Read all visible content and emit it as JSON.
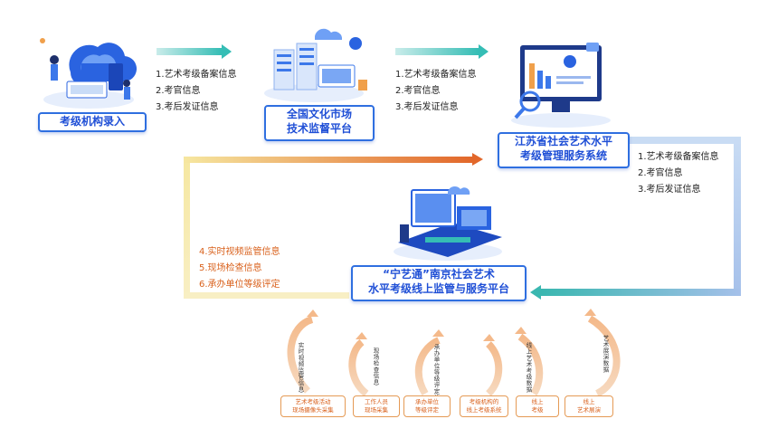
{
  "nodes": {
    "org_entry": "考级机构录入",
    "national_platform_l1": "全国文化市场",
    "national_platform_l2": "技术监督平台",
    "jiangsu_system_l1": "江苏省社会艺术水平",
    "jiangsu_system_l2": "考级管理服务系统",
    "nanjing_platform_l1": "“宁艺通”南京社会艺术",
    "nanjing_platform_l2": "水平考级线上监管与服务平台"
  },
  "info_lists": {
    "list1": [
      "1.艺术考级备案信息",
      "2.考官信息",
      "3.考后发证信息"
    ],
    "list2": [
      "1.艺术考级备案信息",
      "2.考官信息",
      "3.考后发证信息"
    ],
    "list3": [
      "1.艺术考级备案信息",
      "2.考官信息",
      "3.考后发证信息"
    ],
    "list4": [
      "4.实时视频监管信息",
      "5.现场检查信息",
      "6.承办单位等级评定"
    ]
  },
  "bottom_flows": [
    {
      "vertical": "实时视频监管信息",
      "box": [
        "艺术考级活动",
        "现场摄像头采集"
      ]
    },
    {
      "vertical": "现场检查信息",
      "box": [
        "工作人员",
        "现场采集"
      ]
    },
    {
      "vertical": "承办单位等级评定信息",
      "box": [
        "承办单位",
        "等级评定"
      ]
    },
    {
      "vertical": "",
      "box": [
        "考级机构的",
        "线上考级系统"
      ]
    },
    {
      "vertical": "线上艺术考级数据",
      "box": [
        "线上",
        "考级"
      ]
    },
    {
      "vertical": "艺术展演数据",
      "box": [
        "线上",
        "艺术展演"
      ]
    }
  ],
  "colors": {
    "brand_blue": "#1f4fd6",
    "arrow_teal": "#4cc8c0",
    "arrow_orange": "#e2702a",
    "arrow_yellow": "#f2e08a",
    "arrow_lightblue": "#a9c6ec"
  }
}
